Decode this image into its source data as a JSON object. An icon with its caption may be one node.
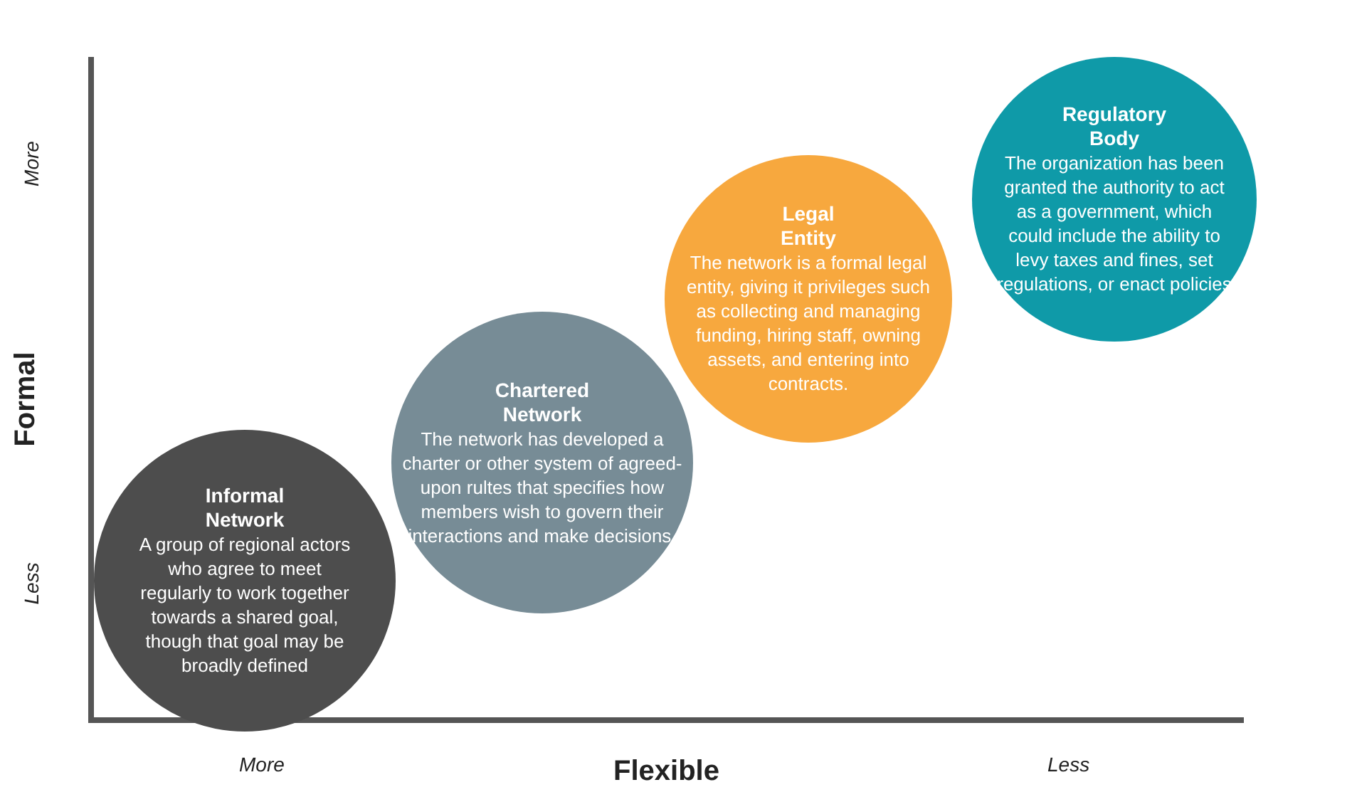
{
  "diagram": {
    "nodes": [
      {
        "text": [
          "Informal Network",
          "A group of regional actors who agree to meet regularly to work together towards a shared goal, though that goal may be broadly defined"
        ]
      },
      {
        "text": [
          "Chartered Network",
          "The network has developed a charter or other system of agreed-upon rultes that specifies how members wish to govern their interactions and make decisions."
        ]
      },
      {
        "text": [
          "Legal Entity",
          "The network is a formal legal entity, giving it privileges such as collecting and managing funding, hiring staff, owning assets, and entering into contracts."
        ]
      },
      {
        "text": [
          "Regulatory Body",
          "The organization has been granted the authority to act as a government, which could include the ability to levy taxes and fines, set regulations, or enact policies"
        ]
      }
    ],
    "edges": [],
    "labels": [
      "More",
      "Formal",
      "Less",
      "More",
      "Flexible",
      "Less"
    ]
  }
}
